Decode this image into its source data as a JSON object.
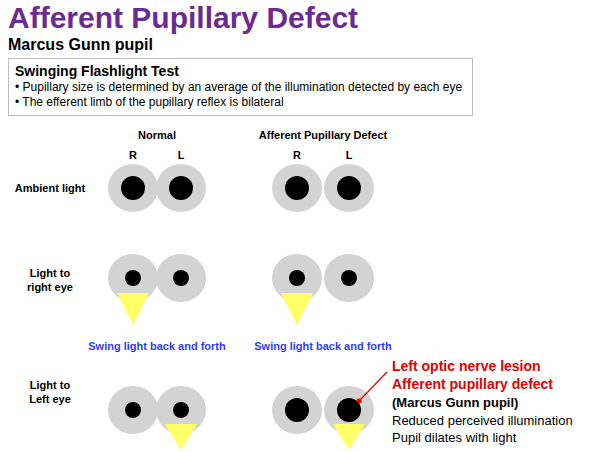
{
  "diagram": {
    "title": "Afferent Pupillary Defect",
    "nodes": [
      {
        "text": [
          "Swinging Flashlight Test",
          "• Pupillary size is determined by an average of the illumination detected by each eye",
          "• The efferent limb of the pupillary reflex is bilateral"
        ]
      }
    ],
    "labels": [
      "Marcus Gunn pupil",
      "Normal",
      "Afferent Pupillary Defect",
      "R",
      "L",
      "R",
      "L",
      "Ambient light",
      "Light to right eye",
      "Swing light back and forth",
      "Swing light back and forth",
      "Light to Left eye",
      "Left optic nerve lesion",
      "Afferent pupillary defect",
      "(Marcus Gunn pupil)",
      "Reduced perceived illumination",
      "Pupil dilates with light"
    ]
  }
}
